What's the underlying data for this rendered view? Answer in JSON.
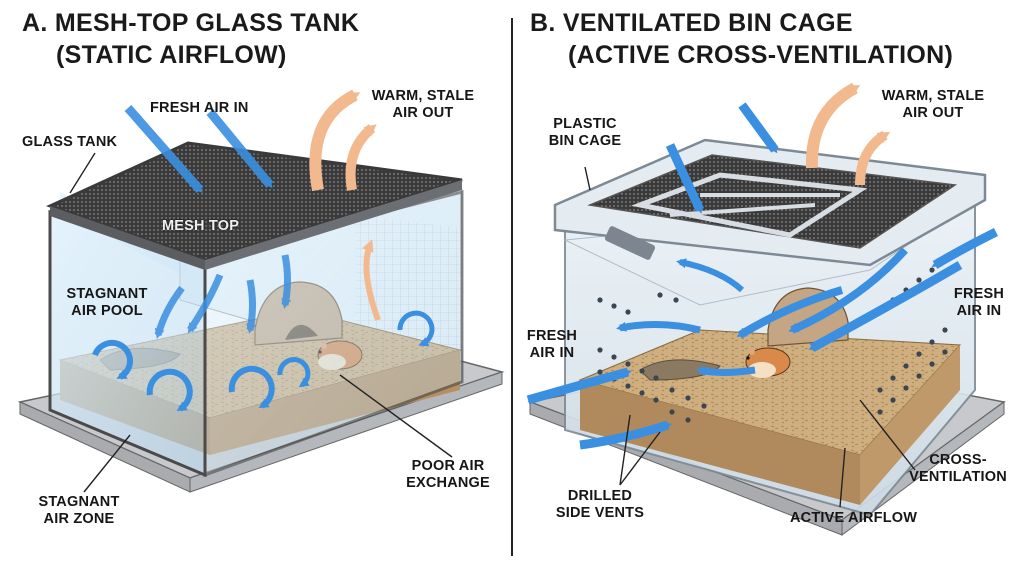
{
  "panel_a": {
    "title_line1": "A. MESH-TOP GLASS TANK",
    "title_line2": "(STATIC AIRFLOW)",
    "labels": {
      "fresh_air_in": "FRESH AIR IN",
      "warm_stale_1": "WARM, STALE",
      "warm_stale_2": "AIR OUT",
      "glass_tank": "GLASS TANK",
      "mesh_top": "MESH TOP",
      "stagnant_pool_1": "STAGNANT",
      "stagnant_pool_2": "AIR POOL",
      "poor_exchange_1": "POOR AIR",
      "poor_exchange_2": "EXCHANGE",
      "stagnant_zone_1": "STAGNANT",
      "stagnant_zone_2": "AIR ZONE"
    }
  },
  "panel_b": {
    "title_line1": "B. VENTILATED BIN CAGE",
    "title_line2": "(ACTIVE CROSS-VENTILATION)",
    "labels": {
      "plastic_bin_1": "PLASTIC",
      "plastic_bin_2": "BIN CAGE",
      "warm_stale_1": "WARM, STALE",
      "warm_stale_2": "AIR OUT",
      "fresh_right_1": "FRESH",
      "fresh_right_2": "AIR IN",
      "fresh_left_1": "FRESH",
      "fresh_left_2": "AIR IN",
      "drilled_1": "DRILLED",
      "drilled_2": "SIDE VENTS",
      "cross_1": "CROSS-",
      "cross_2": "VENTILATION",
      "active_airflow": "ACTIVE AIRFLOW"
    }
  },
  "colors": {
    "fresh_air": "#3b8fe0",
    "warm_air": "#f2b98f",
    "glass_frame": "#4a4a4a",
    "bedding": "#c9a87a",
    "base_plate": "#c7c9cc",
    "plastic_bin": "#dfe8ef"
  }
}
